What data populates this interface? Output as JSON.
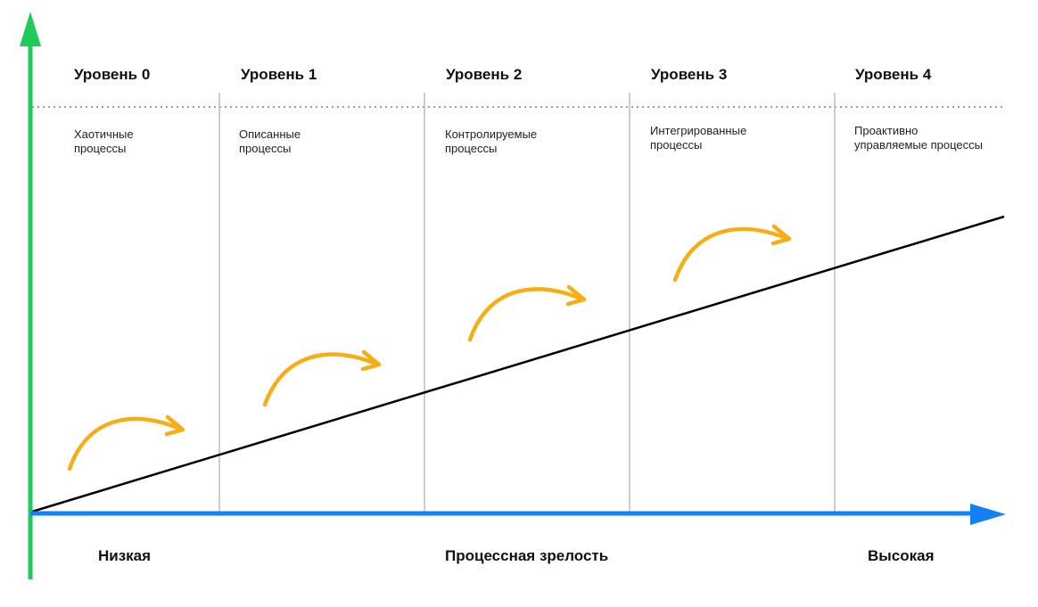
{
  "levels": [
    {
      "title": "Уровень 0",
      "description": "Хаотичные\nпроцессы"
    },
    {
      "title": "Уровень 1",
      "description": "Описанные\nпроцессы"
    },
    {
      "title": "Уровень 2",
      "description": "Контролируемые\nпроцессы"
    },
    {
      "title": "Уровень 3",
      "description": "Интегрированные\nпроцессы"
    },
    {
      "title": "Уровень 4",
      "description": "Проактивно\nуправляемые процессы"
    }
  ],
  "x_axis": {
    "low_label": "Низкая",
    "title": "Процессная зрелость",
    "high_label": "Высокая"
  },
  "colors": {
    "y_axis": "#1fc95a",
    "x_axis": "#1380f5",
    "trend_line": "#000000",
    "arrows": "#f7ae16",
    "dividers": "#bdbdbd",
    "dotted_rule": "#9e9e9e"
  },
  "icons": {
    "level_step_arrow": "curved-arrow-icon"
  }
}
